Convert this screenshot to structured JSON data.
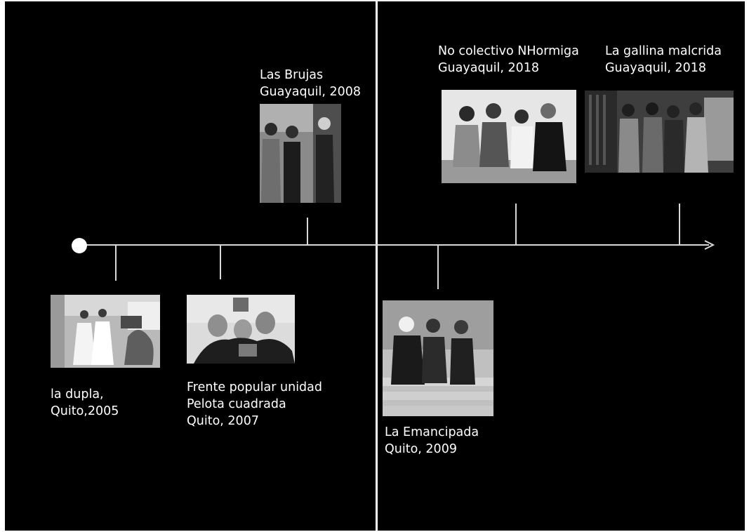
{
  "colors": {
    "background": "#000000",
    "frame": "#ffffff",
    "axis": "#d8d8d8",
    "text": "#ffffff"
  },
  "events": [
    {
      "id": "la-dupla",
      "lines": [
        "la dupla,",
        "Quito,2005"
      ],
      "photo": "two women in white dresses"
    },
    {
      "id": "frente-popular",
      "lines": [
        "Frente popular unidad",
        "Pelota cuadrada",
        "Quito, 2007"
      ],
      "photo": "three women posing together"
    },
    {
      "id": "las-brujas",
      "lines": [
        "Las Brujas",
        "Guayaquil, 2008"
      ],
      "photo": "three women standing"
    },
    {
      "id": "la-emancipada",
      "lines": [
        "La Emancipada",
        "Quito, 2009"
      ],
      "photo": "three women seated on steps"
    },
    {
      "id": "nhormiga",
      "lines": [
        "No colectivo NHormiga",
        "Guayaquil, 2018"
      ],
      "photo": "four people seated together"
    },
    {
      "id": "gallina-malcrida",
      "lines": [
        "La gallina malcrida",
        "Guayaquil, 2018"
      ],
      "photo": "four women standing indoors"
    }
  ]
}
